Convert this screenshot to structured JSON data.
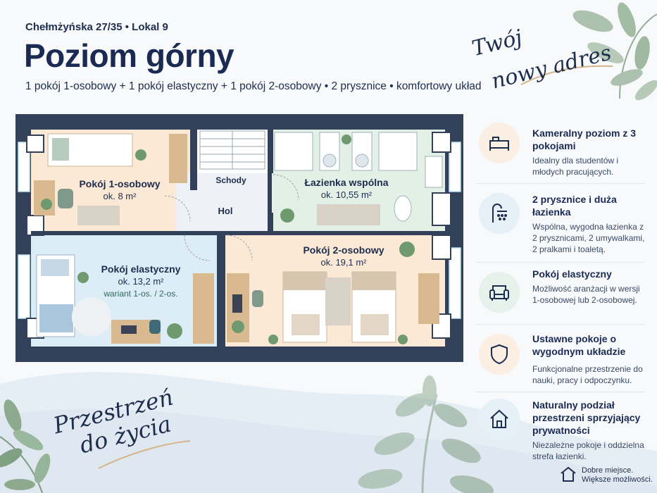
{
  "header": {
    "address": "Chełmżyńska 27/35 • Lokal 9",
    "title": "Poziom górny",
    "tagline": "1 pokój 1-osobowy + 1 pokój elastyczny + 1 pokój 2-osobowy • 2 prysznice • komfortowy układ"
  },
  "slogan_top": {
    "line1": "Twój",
    "line2": "nowy adres"
  },
  "slogan_bottom": {
    "line1": "Przestrzeń",
    "line2": "do życia"
  },
  "rooms": {
    "room1": {
      "name": "Pokój 1-osobowy",
      "area": "ok. 8 m²"
    },
    "stairs": {
      "name": "Schody"
    },
    "hall": {
      "name": "Hol"
    },
    "bath": {
      "name": "Łazienka wspólna",
      "area": "ok. 10,55 m²"
    },
    "flex": {
      "name": "Pokój elastyczny",
      "area": "ok. 13,2 m²",
      "variant": "wariant 1-os. / 2-os."
    },
    "room2": {
      "name": "Pokój 2-osobowy",
      "area": "ok. 19,1 m²"
    }
  },
  "features": [
    {
      "icon": "bed-icon",
      "title": "Kameralny poziom z 3 pokojami",
      "desc": "Idealny dla studentów i młodych pracujących.",
      "color": "#fbeee2"
    },
    {
      "icon": "shower-icon",
      "title": "2 prysznice i duża łazienka",
      "desc": "Wspólna, wygodna łazienka z 2 prysznicami, 2 umywalkami, 2 pralkami i toaletą.",
      "color": "#e6f0f7"
    },
    {
      "icon": "armchair-icon",
      "title": "Pokój elastyczny",
      "desc": "Możliwość aranżacji w wersji 1-osobowej lub 2-osobowej.",
      "color": "#e6f1ec"
    },
    {
      "icon": "shield-icon",
      "title": "Ustawne pokoje o wygodnym układzie",
      "desc": "Funkcjonalne przestrzenie do nauki, pracy i odpoczynku.",
      "color": "#fbeee2"
    },
    {
      "icon": "house-icon",
      "title": "Naturalny podział przestrzeni sprzyjający prywatności",
      "desc": "Niezależne pokoje i oddzielna strefa łazienki.",
      "color": "#e6f0f7"
    }
  ],
  "footer": {
    "line1": "Dobre miejsce.",
    "line2": "Większe możliwości."
  }
}
